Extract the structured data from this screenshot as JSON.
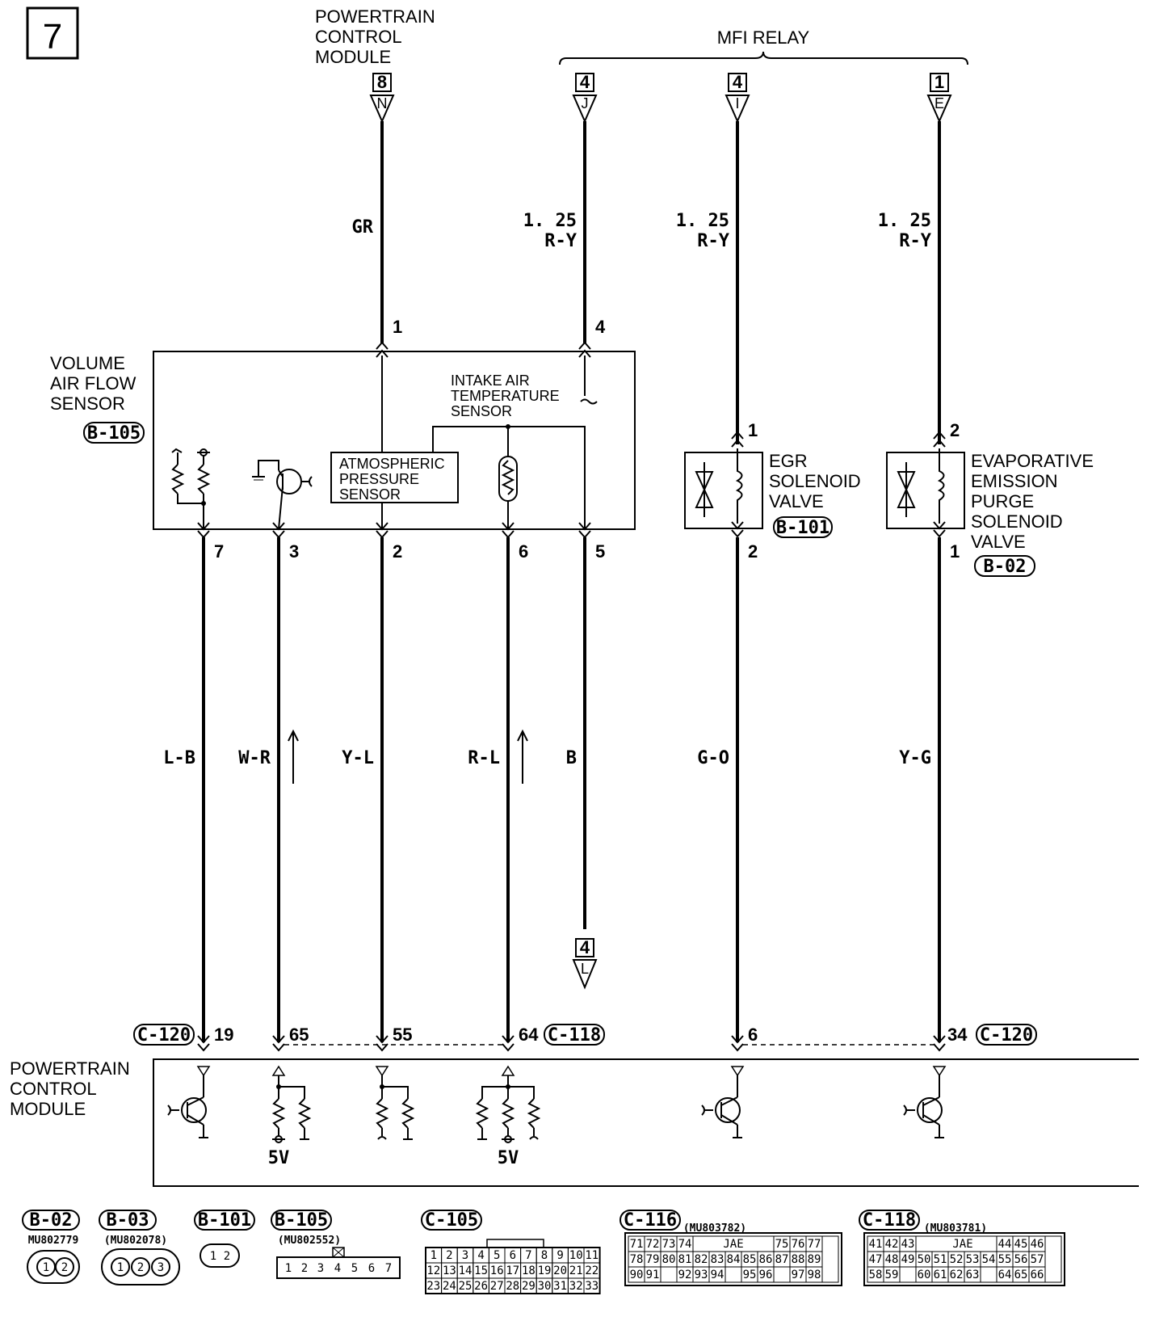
{
  "page_number": "7",
  "top_pcm_label": [
    "POWERTRAIN",
    "CONTROL",
    "MODULE"
  ],
  "mfi_relay_label": "MFI RELAY",
  "top_connectors": [
    {
      "num": "8",
      "letter": "N"
    },
    {
      "num": "4",
      "letter": "J"
    },
    {
      "num": "4",
      "letter": "I"
    },
    {
      "num": "1",
      "letter": "E"
    }
  ],
  "top_wires": [
    {
      "size": "",
      "color": "GR"
    },
    {
      "size": "1. 25",
      "color": "R-Y"
    },
    {
      "size": "1. 25",
      "color": "R-Y"
    },
    {
      "size": "1. 25",
      "color": "R-Y"
    }
  ],
  "vaf_sensor": {
    "label": [
      "VOLUME",
      "AIR FLOW",
      "SENSOR"
    ],
    "connector": "B-105",
    "top_pins": [
      "1",
      "4"
    ],
    "bottom_pins": [
      "7",
      "3",
      "2",
      "6",
      "5"
    ],
    "iat_label": [
      "INTAKE AIR",
      "TEMPERATURE",
      "SENSOR"
    ],
    "atm_label": [
      "ATMOSPHERIC",
      "PRESSURE",
      "SENSOR"
    ]
  },
  "egr_valve": {
    "label": [
      "EGR",
      "SOLENOID",
      "VALVE"
    ],
    "connector": "B-101",
    "pin_top": "1",
    "pin_bottom": "2"
  },
  "evap_valve": {
    "label": [
      "EVAPORATIVE",
      "EMISSION",
      "PURGE",
      "SOLENOID",
      "VALVE"
    ],
    "connector": "B-02",
    "pin_top": "2",
    "pin_bottom": "1"
  },
  "mid_wires": [
    "L-B",
    "W-R",
    "Y-L",
    "R-L",
    "B",
    "G-O",
    "Y-G"
  ],
  "ground_connector": {
    "num": "4",
    "letter": "L"
  },
  "pcm_pins": [
    "19",
    "65",
    "55",
    "64",
    "6",
    "34"
  ],
  "pcm_connectors": [
    "C-120",
    "C-118",
    "C-120"
  ],
  "bottom_pcm_label": [
    "POWERTRAIN",
    "CONTROL",
    "MODULE"
  ],
  "voltage_labels": [
    "5V",
    "5V"
  ],
  "legend": [
    {
      "name": "B-02",
      "part": "MU802779",
      "pins": [
        "1",
        "2"
      ]
    },
    {
      "name": "B-03",
      "part": "(MU802078)",
      "pins": [
        "1",
        "2",
        "3"
      ]
    },
    {
      "name": "B-101",
      "part": "",
      "pins": [
        "1",
        "2"
      ]
    },
    {
      "name": "B-105",
      "part": "(MU802552)",
      "pins": [
        "1",
        "2",
        "3",
        "4",
        "5",
        "6",
        "7"
      ]
    },
    {
      "name": "C-105",
      "part": "",
      "rows": [
        [
          "1",
          "2",
          "3",
          "4",
          "5",
          "6",
          "7",
          "8",
          "9",
          "10",
          "11"
        ],
        [
          "12",
          "13",
          "14",
          "15",
          "16",
          "17",
          "18",
          "19",
          "20",
          "21",
          "22"
        ],
        [
          "23",
          "24",
          "25",
          "26",
          "27",
          "28",
          "29",
          "30",
          "31",
          "32",
          "33"
        ]
      ]
    },
    {
      "name": "C-116",
      "part": "(MU803782)",
      "maker": "JAE",
      "rows": [
        [
          "71",
          "72",
          "73",
          "74",
          "75",
          "76",
          "77"
        ],
        [
          "78",
          "79",
          "80",
          "81",
          "82",
          "83",
          "84",
          "85",
          "86",
          "87",
          "88",
          "89"
        ],
        [
          "90",
          "91",
          "92",
          "93",
          "94",
          "95",
          "96",
          "97",
          "98"
        ]
      ]
    },
    {
      "name": "C-118",
      "part": "(MU803781)",
      "maker": "JAE",
      "rows": [
        [
          "41",
          "42",
          "43",
          "44",
          "45",
          "46"
        ],
        [
          "47",
          "48",
          "49",
          "50",
          "51",
          "52",
          "53",
          "54",
          "55",
          "56",
          "57"
        ],
        [
          "58",
          "59",
          "60",
          "61",
          "62",
          "63",
          "64",
          "65",
          "66"
        ]
      ]
    }
  ]
}
